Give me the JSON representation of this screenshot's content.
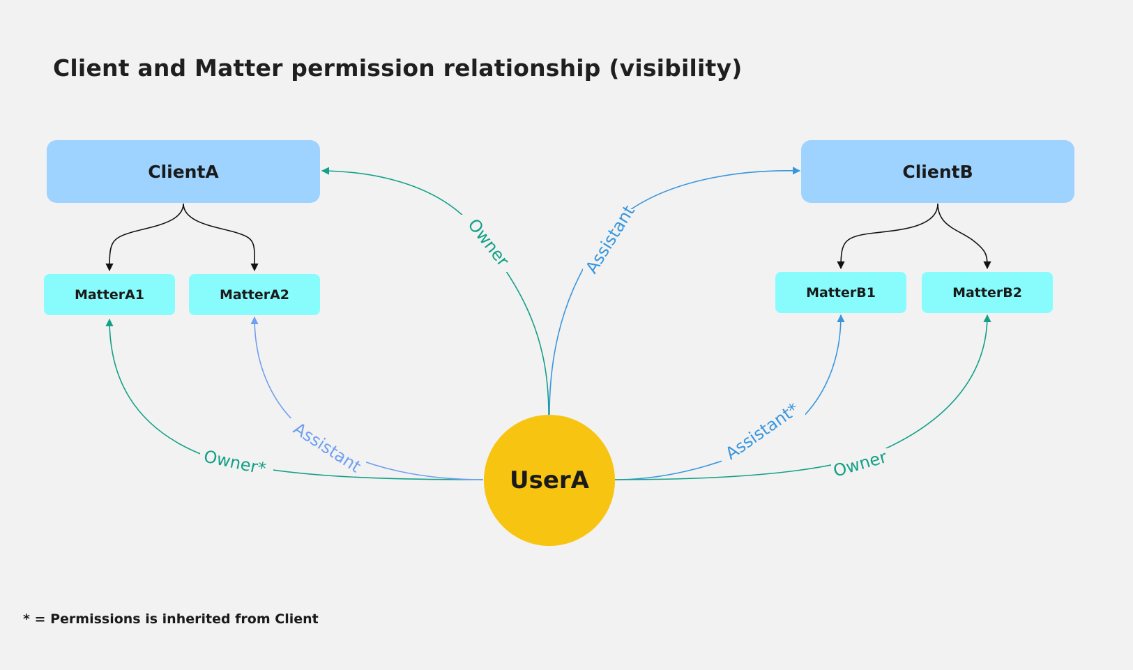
{
  "title": "Client and Matter permission relationship (visibility)",
  "footnote": "* = Permissions is inherited from Client",
  "colors": {
    "background": "#f2f2f2",
    "client_fill": "#9dd3fe",
    "matter_fill": "#88fcfd",
    "user_fill": "#f7c511",
    "owner_edge": "#12a086",
    "assistant_edge_light": "#6f9ff0",
    "assistant_edge": "#3796de",
    "hierarchy_edge": "#111111"
  },
  "nodes": {
    "client_a": "ClientA",
    "client_b": "ClientB",
    "matter_a1": "MatterA1",
    "matter_a2": "MatterA2",
    "matter_b1": "MatterB1",
    "matter_b2": "MatterB2",
    "user_a": "UserA"
  },
  "edges": {
    "user_to_client_a": "Owner",
    "user_to_client_b": "Assistant",
    "user_to_matter_a1": "Owner*",
    "user_to_matter_a2": "Assistant",
    "user_to_matter_b1": "Assistant*",
    "user_to_matter_b2": "Owner"
  }
}
